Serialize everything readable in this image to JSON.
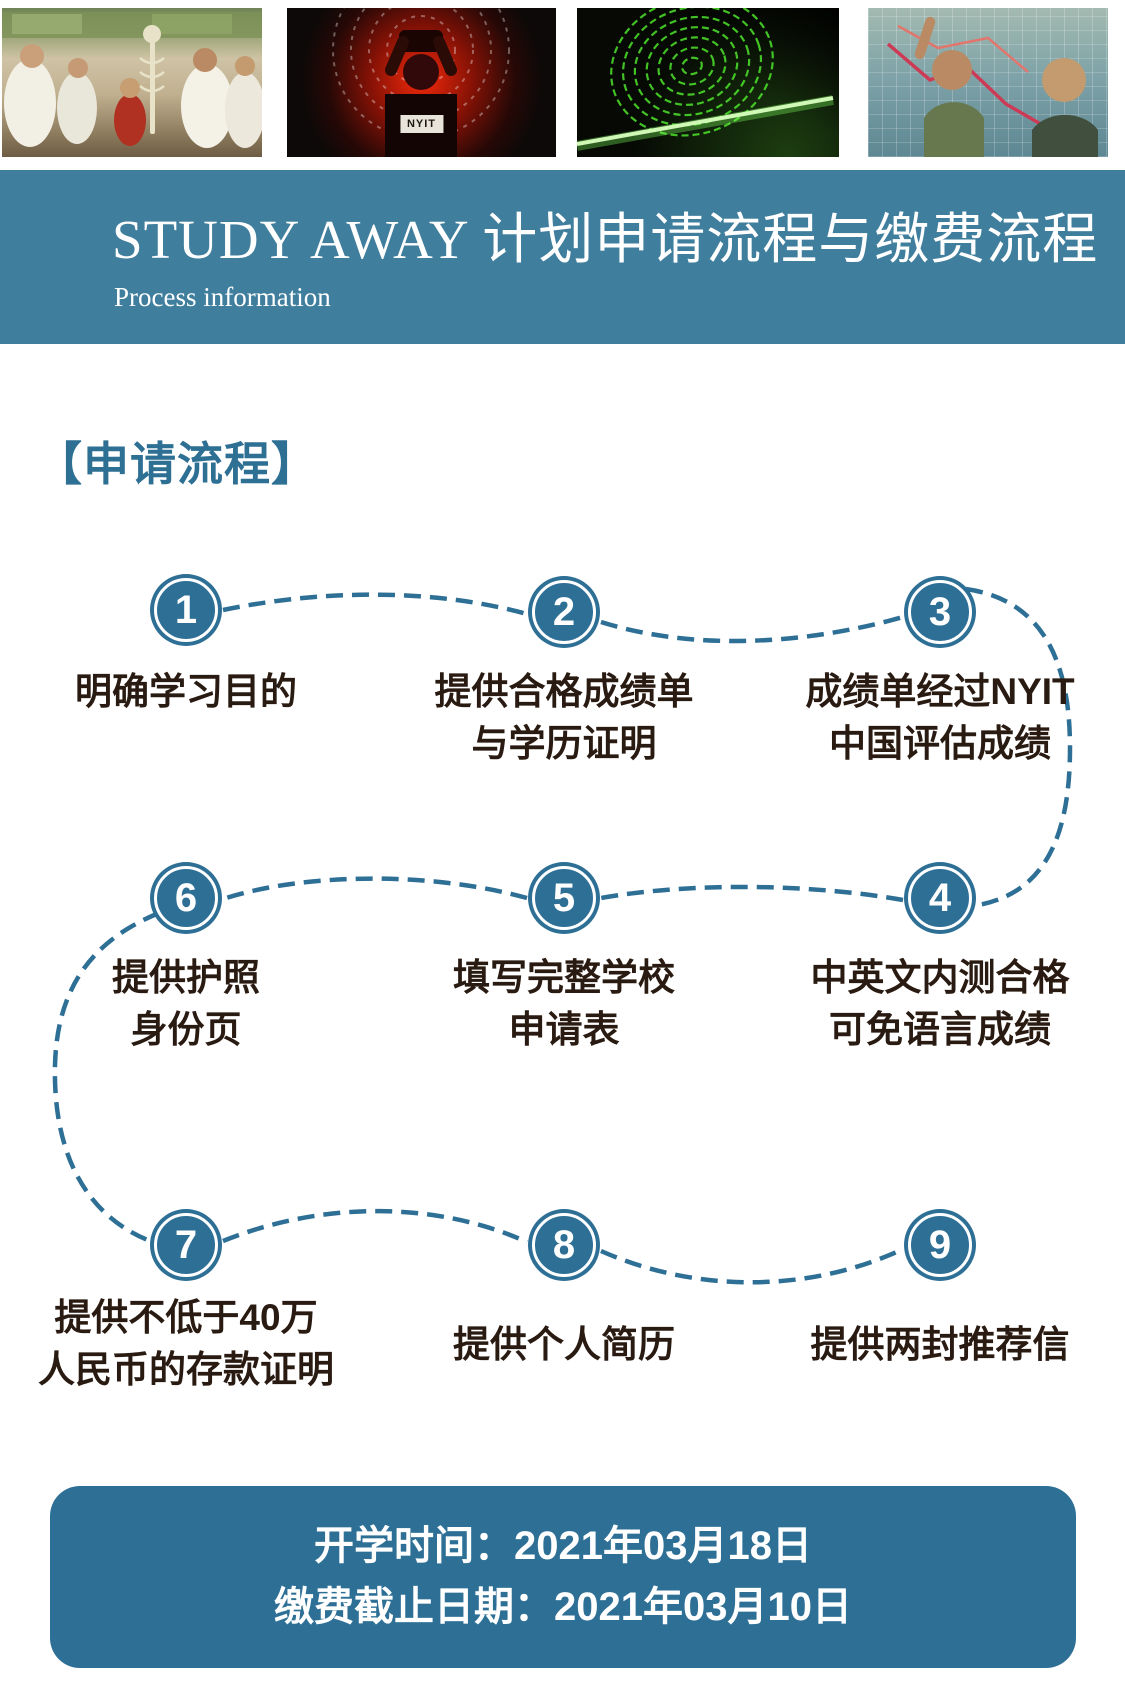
{
  "colors": {
    "accent": "#2E6F96",
    "header_bg": "#3F7E9D",
    "heading_text": "#2E6F94",
    "label_text": "#2A1B12",
    "page_bg": "#FFFFFF"
  },
  "banner": {
    "photos": [
      {
        "name": "medical-students-classroom"
      },
      {
        "name": "student-vr-headset-red-light",
        "overlay_text": "NYIT"
      },
      {
        "name": "green-laser-fingerprint"
      },
      {
        "name": "analysts-glass-chart-board"
      }
    ]
  },
  "header": {
    "title": "STUDY AWAY 计划申请流程与缴费流程",
    "subtitle": "Process information"
  },
  "section": {
    "heading": "【申请流程】"
  },
  "steps": [
    {
      "num": "1",
      "lines": [
        "明确学习目的"
      ]
    },
    {
      "num": "2",
      "lines": [
        "提供合格成绩单",
        "与学历证明"
      ]
    },
    {
      "num": "3",
      "lines": [
        "成绩单经过NYIT",
        "中国评估成绩"
      ]
    },
    {
      "num": "4",
      "lines": [
        "中英文内测合格",
        "可免语言成绩"
      ]
    },
    {
      "num": "5",
      "lines": [
        "填写完整学校",
        "申请表"
      ]
    },
    {
      "num": "6",
      "lines": [
        "提供护照",
        "身份页"
      ]
    },
    {
      "num": "7",
      "lines": [
        "提供不低于40万",
        "人民币的存款证明"
      ]
    },
    {
      "num": "8",
      "lines": [
        "提供个人简历"
      ]
    },
    {
      "num": "9",
      "lines": [
        "提供两封推荐信"
      ]
    }
  ],
  "footer": {
    "line1": "开学时间：2021年03月18日",
    "line2": "缴费截止日期：2021年03月10日"
  }
}
